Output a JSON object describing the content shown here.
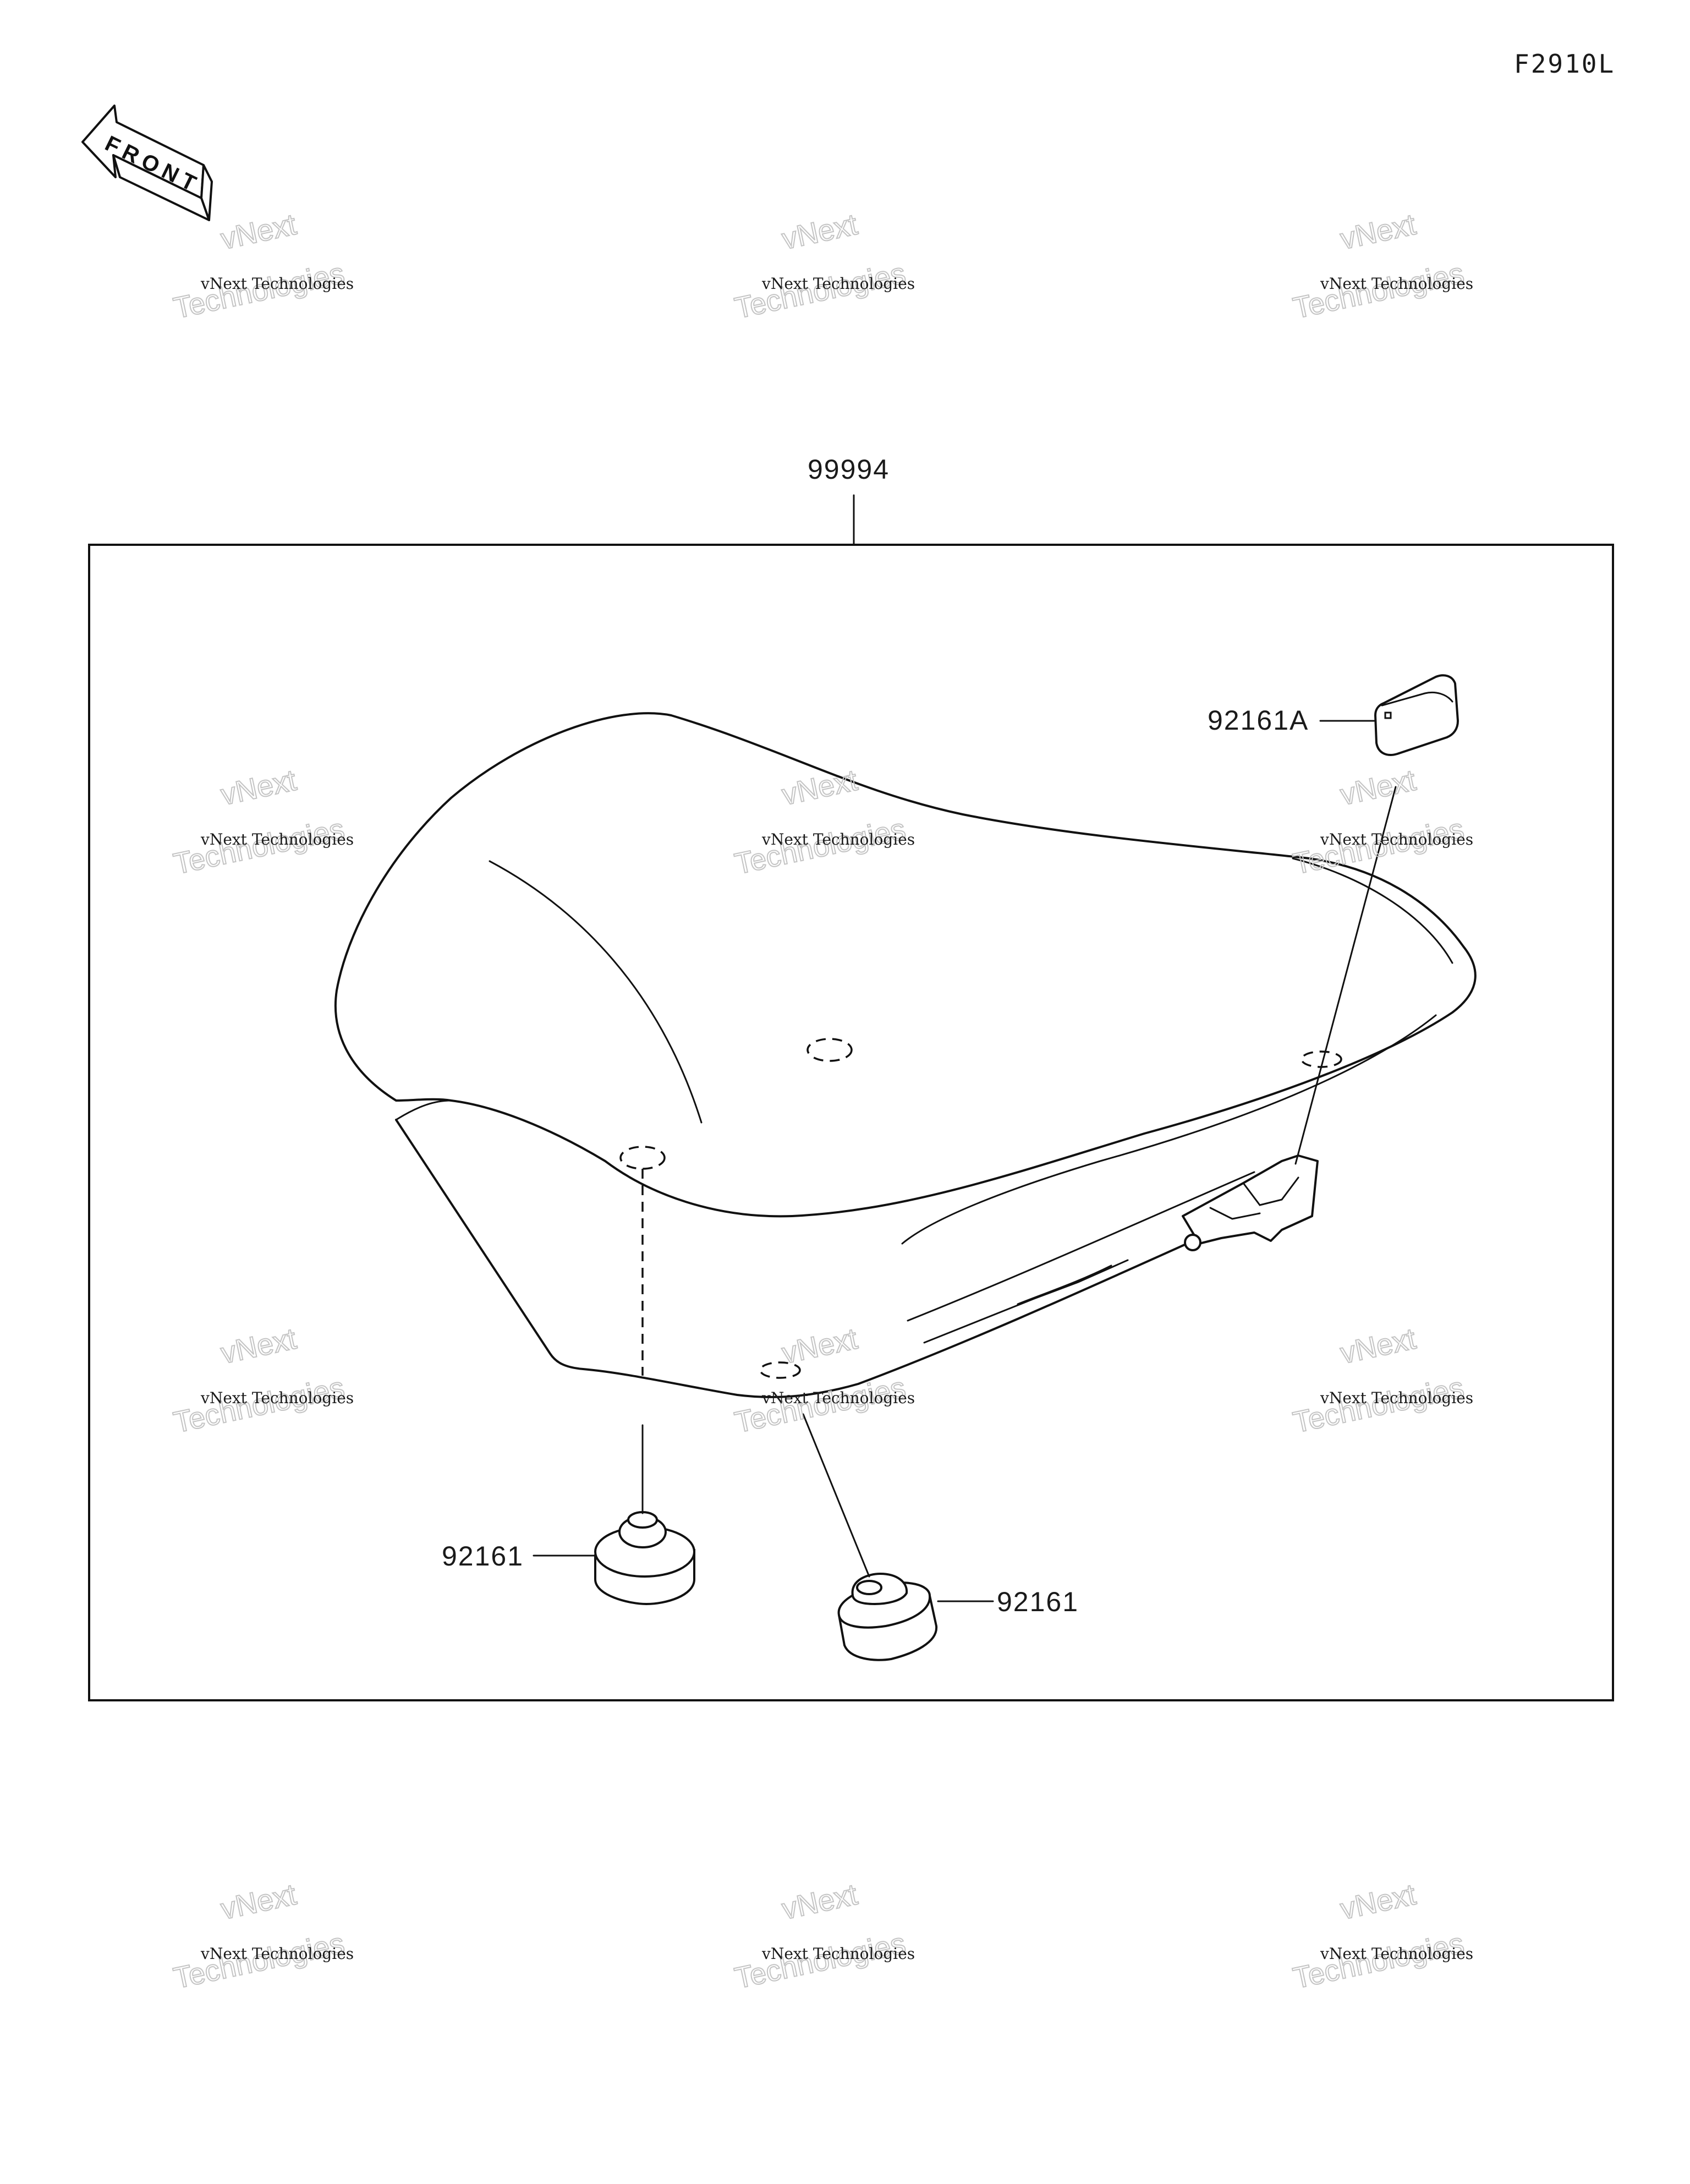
{
  "figure_code": "F2910L",
  "front_arrow_label": "FRONT",
  "callouts": {
    "assembly": "99994",
    "part_a": "92161A",
    "part_left": "92161",
    "part_right": "92161"
  },
  "watermark": {
    "line_top": "vNext",
    "line_middle": "vNext Technologies",
    "line_bottom": "Technologies"
  },
  "icons": [
    "front-arrow-icon"
  ]
}
